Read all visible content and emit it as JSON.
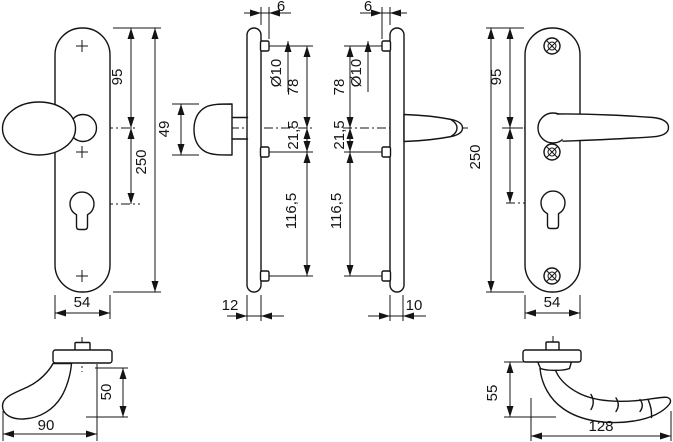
{
  "drawing": {
    "front_left": {
      "handle_height": "95",
      "plate_height": "250",
      "plate_width": "54"
    },
    "side_left": {
      "lug_offset": "6",
      "lug_diameter": "Ø10",
      "knob_diameter": "49",
      "dist_top": "78",
      "dist_mid": "21,5",
      "dist_bottom": "116,5",
      "plate_depth": "12"
    },
    "side_right": {
      "lug_offset": "6",
      "lug_diameter": "Ø10",
      "dist_top": "78",
      "dist_mid": "21,5",
      "dist_bottom": "116,5",
      "plate_depth": "10"
    },
    "front_right": {
      "handle_height": "95",
      "plate_height": "250",
      "plate_width": "54"
    },
    "top_knob": {
      "projection": "50",
      "length": "90"
    },
    "top_lever": {
      "projection": "55",
      "length": "128"
    }
  }
}
